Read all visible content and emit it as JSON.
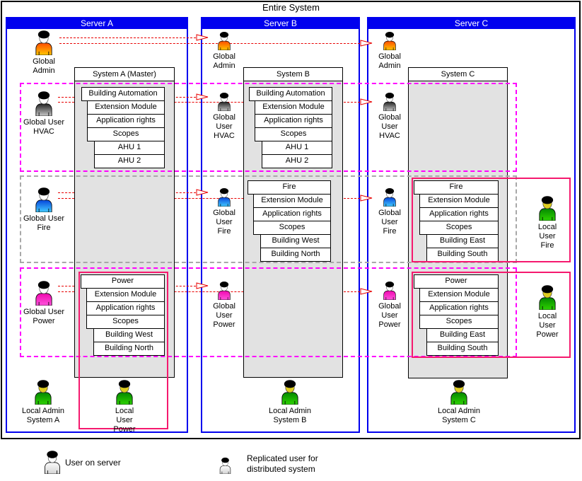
{
  "title": "Entire System",
  "servers": {
    "a": {
      "header": "Server A",
      "system": "System A (Master)"
    },
    "b": {
      "header": "Server B",
      "system": "System B"
    },
    "c": {
      "header": "Server C",
      "system": "System C"
    }
  },
  "stacks": {
    "a_hvac": [
      "Building Automation",
      "Extension Module",
      "Application rights",
      "Scopes",
      "AHU 1",
      "AHU 2"
    ],
    "b_hvac": [
      "Building Automation",
      "Extension Module",
      "Application rights",
      "Scopes",
      "AHU 1",
      "AHU 2"
    ],
    "b_fire": [
      "Fire",
      "Extension Module",
      "Application rights",
      "Scopes",
      "Building West",
      "Building North"
    ],
    "c_fire": [
      "Fire",
      "Extension Module",
      "Application rights",
      "Scopes",
      "Building East",
      "Building South"
    ],
    "a_power": [
      "Power",
      "Extension Module",
      "Application rights",
      "Scopes",
      "Building West",
      "Building North"
    ],
    "c_power": [
      "Power",
      "Extension Module",
      "Application rights",
      "Scopes",
      "Building East",
      "Building South"
    ]
  },
  "users": {
    "a_admin": {
      "label": "Global\nAdmin",
      "palette": "admin"
    },
    "a_hvac": {
      "label": "Global User\nHVAC",
      "palette": "hvac"
    },
    "a_fire": {
      "label": "Global User\nFire",
      "palette": "fire"
    },
    "a_power": {
      "label": "Global User\nPower",
      "palette": "power"
    },
    "a_local_admin": {
      "label": "Local Admin\nSystem A",
      "palette": "local"
    },
    "a_local_power": {
      "label": "Local\nUser\nPower",
      "palette": "local"
    },
    "b_admin": {
      "label": "Global\nAdmin",
      "palette": "admin"
    },
    "b_hvac": {
      "label": "Global\nUser\nHVAC",
      "palette": "hvac"
    },
    "b_fire": {
      "label": "Global\nUser\nFire",
      "palette": "fire"
    },
    "b_power": {
      "label": "Global\nUser\nPower",
      "palette": "power"
    },
    "b_local_admin": {
      "label": "Local Admin\nSystem B",
      "palette": "local"
    },
    "c_admin": {
      "label": "Global\nAdmin",
      "palette": "admin"
    },
    "c_hvac": {
      "label": "Global\nUser\nHVAC",
      "palette": "hvac"
    },
    "c_fire": {
      "label": "Global\nUser\nFire",
      "palette": "fire"
    },
    "c_power": {
      "label": "Global\nUser\nPower",
      "palette": "power"
    },
    "c_local_fire": {
      "label": "Local\nUser\nFire",
      "palette": "local"
    },
    "c_local_power": {
      "label": "Local\nUser\nPower",
      "palette": "local"
    },
    "c_local_admin": {
      "label": "Local Admin\nSystem C",
      "palette": "local"
    },
    "legend_user": {
      "label": "",
      "palette": "plain"
    },
    "legend_repl": {
      "label": "",
      "palette": "plain"
    }
  },
  "palettes": {
    "admin": {
      "top": "#FF4000",
      "bottom": "#FFC800",
      "face": "#FFFFFF"
    },
    "hvac": {
      "top": "#141414",
      "bottom": "#C8C8C8",
      "face": "#FFFFFF"
    },
    "fire": {
      "top": "#0038D8",
      "bottom": "#44CCFF",
      "face": "#FFFFFF"
    },
    "power": {
      "top": "#EE00AA",
      "bottom": "#FF55DD",
      "face": "#FFFFFF"
    },
    "local": {
      "top": "#008000",
      "bottom": "#2FD400",
      "face": "#F2E23C",
      "hatch": true
    },
    "plain": {
      "top": "#FFFFFF",
      "bottom": "#D4D4D4",
      "face": "#FFFFFF"
    }
  },
  "legend": {
    "on_server": "User on server",
    "replicated": "Replicated user for\ndistributed system"
  },
  "colors": {
    "server_blue": "#0000EE",
    "body_gray": "#E2E2E2",
    "scope_magenta": "#FF00FF",
    "scope_gray": "#A8A8A8",
    "highlight_pink": "#F5196E",
    "arrow_red": "#E80000"
  }
}
